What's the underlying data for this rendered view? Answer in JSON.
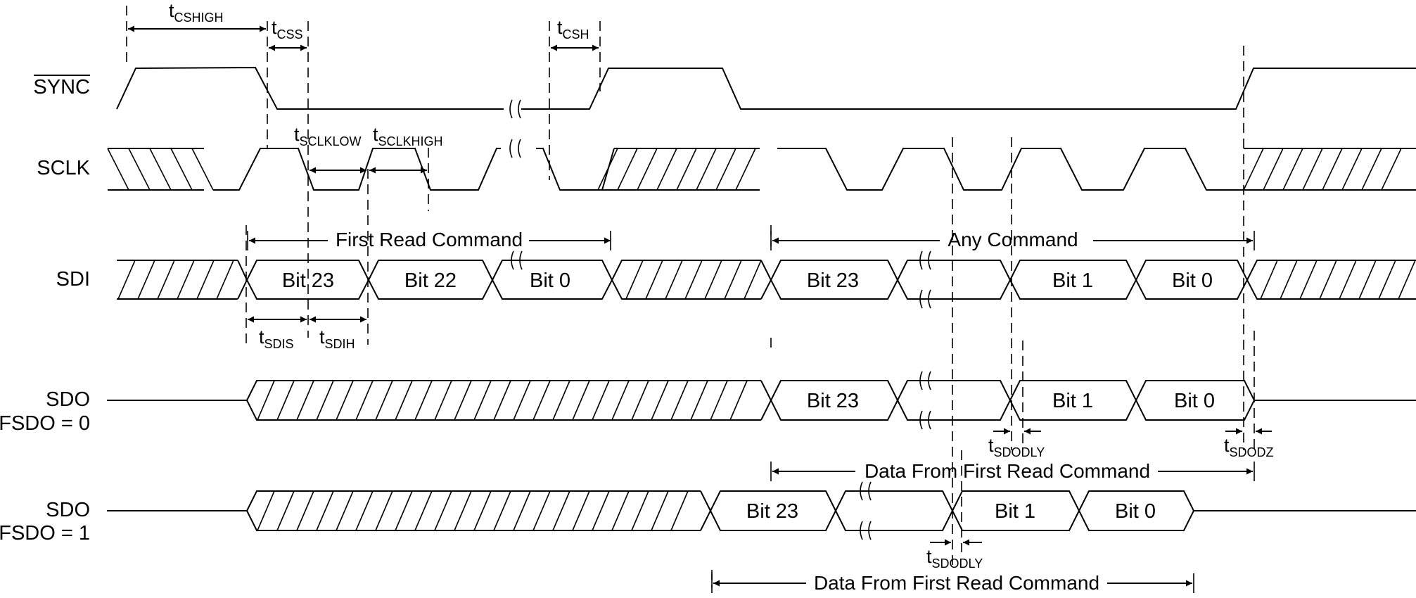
{
  "signals": {
    "sync": "SYNC",
    "sclk": "SCLK",
    "sdi": "SDI",
    "sdo_a_name": "SDO",
    "sdo_a_cond": "FSDO = 0",
    "sdo_b_name": "SDO",
    "sdo_b_cond": "FSDO = 1"
  },
  "timing": {
    "t": "t",
    "cshigh": "CSHIGH",
    "css": "CSS",
    "csh": "CSH",
    "sclklow": "SCLKLOW",
    "sclkhigh": "SCLKHIGH",
    "sdis": "SDIS",
    "sdih": "SDIH",
    "sdodly": "SDODLY",
    "sdodz": "SDODZ"
  },
  "commands": {
    "first_read": "First Read Command",
    "any": "Any Command",
    "data_first": "Data From First Read Command"
  },
  "bits": {
    "b23": "Bit 23",
    "b22": "Bit 22",
    "b1": "Bit 1",
    "b0": "Bit 0"
  }
}
